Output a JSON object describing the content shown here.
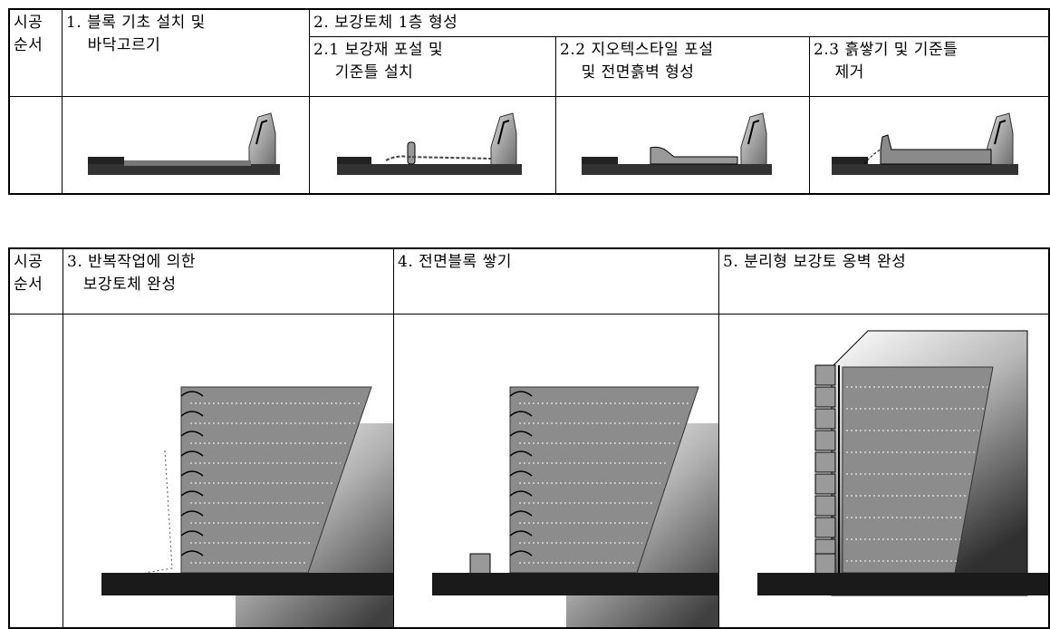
{
  "top_table": {
    "col_header": "시공\n순서",
    "step1": "1. 블록 기초 설치 및\n    바닥고르기",
    "step2": "2. 보강토체 1층 형성",
    "step2_1": "2.1 보강재 포설 및\n    기준틀 설치",
    "step2_2": "2.2 지오텍스타일 포설\n    및 전면흙벽 형성",
    "step2_3": "2.3 흙쌓기 및 기준틀\n    제거"
  },
  "bottom_table": {
    "col_header": "시공\n순서",
    "step3": "3. 반복작업에 의한\n   보강토체 완성",
    "step4": "4. 전면블록 쌓기",
    "step5": "5. 분리형 보강토 옹벽 완성"
  }
}
